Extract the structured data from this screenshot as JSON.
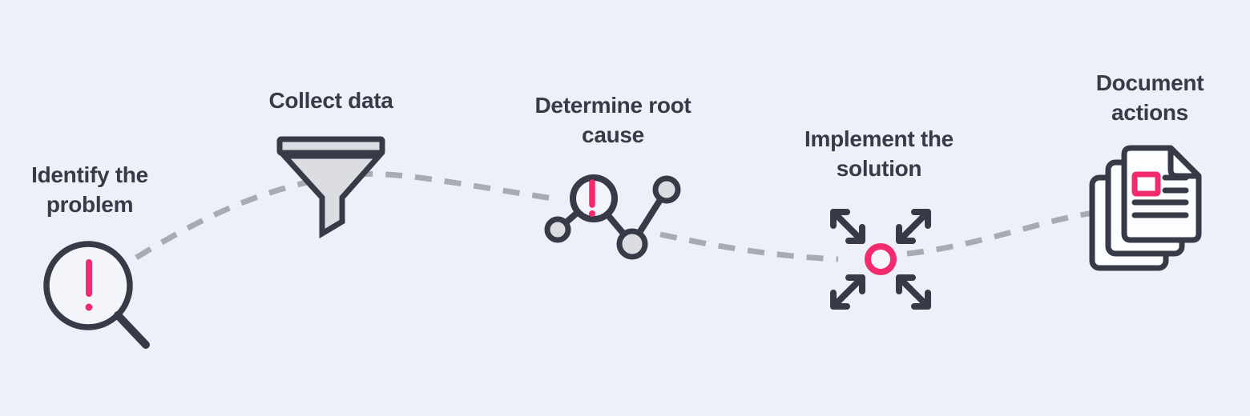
{
  "colors": {
    "page_bg": "#edf0f8",
    "ink": "#363b47",
    "accent_pink": "#f32a6e",
    "fill_gray": "#dbdde2",
    "dash_gray": "#a8abb3",
    "paper": "#fcfdff",
    "lens_fill": "#f3f5fb"
  },
  "connector": {
    "style": "dashed-curve",
    "color": "#a8abb3"
  },
  "steps": [
    {
      "label_line1": "Identify the",
      "label_line2": "problem",
      "icon": "magnifier-exclamation-icon"
    },
    {
      "label_line1": "Collect data",
      "label_line2": "",
      "icon": "funnel-icon"
    },
    {
      "label_line1": "Determine root",
      "label_line2": "cause",
      "icon": "connected-nodes-exclamation-icon"
    },
    {
      "label_line1": "Implement the",
      "label_line2": "solution",
      "icon": "expand-arrows-target-icon"
    },
    {
      "label_line1": "Document",
      "label_line2": "actions",
      "icon": "stacked-documents-icon"
    }
  ]
}
